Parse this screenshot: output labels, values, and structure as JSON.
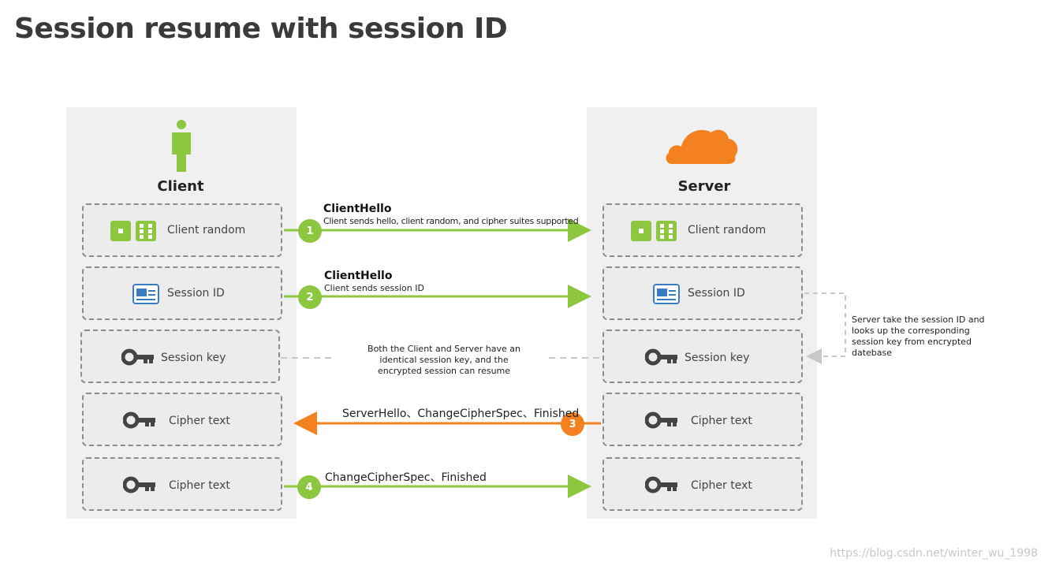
{
  "title": "Session resume with session ID",
  "client": {
    "label": "Client",
    "boxes": [
      "Client random",
      "Session ID",
      "Session key",
      "Cipher text",
      "Cipher text"
    ]
  },
  "server": {
    "label": "Server",
    "boxes": [
      "Client random",
      "Session ID",
      "Session key",
      "Cipher text",
      "Cipher text"
    ]
  },
  "messages": {
    "m1": {
      "step": "1",
      "title": "ClientHello",
      "sub": "Client sends hello, client random, and cipher suites supported"
    },
    "m2": {
      "step": "2",
      "title": "ClientHello",
      "sub": "Client sends session ID"
    },
    "m3": {
      "step": "3",
      "text": "ServerHello、ChangeCipherSpec、Finished"
    },
    "m4": {
      "step": "4",
      "text": "ChangeCipherSpec、Finished"
    }
  },
  "notes": {
    "shared_key": "Both the Client and Server have an identical session key, and the encrypted session can resume",
    "server_lookup": "Server take the session ID and looks up the corresponding session key from encrypted datebase"
  },
  "colors": {
    "green": "#8dc63f",
    "orange": "#f48120"
  },
  "watermark": "https://blog.csdn.net/winter_wu_1998"
}
